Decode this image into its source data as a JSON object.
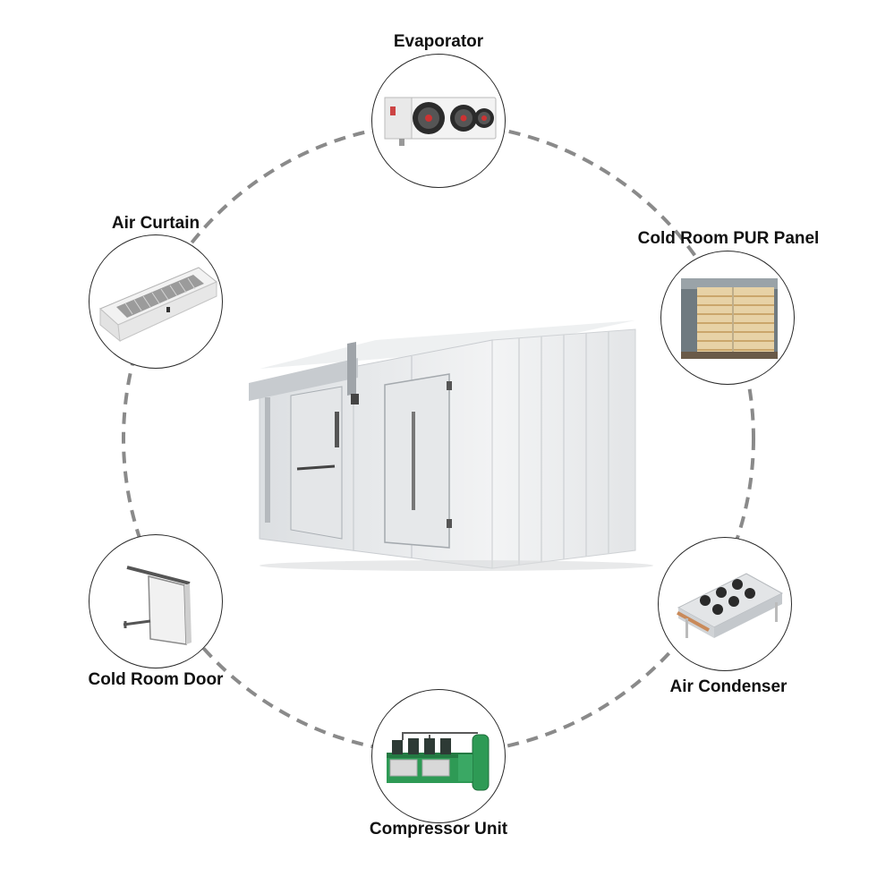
{
  "components": [
    {
      "id": "evaporator",
      "label": "Evaporator",
      "icon": "evaporator-icon"
    },
    {
      "id": "pur-panel",
      "label": "Cold Room PUR Panel",
      "icon": "pur-panel-stack-icon"
    },
    {
      "id": "air-condenser",
      "label": "Air Condenser",
      "icon": "air-condenser-icon"
    },
    {
      "id": "compressor",
      "label": "Compressor Unit",
      "icon": "compressor-unit-icon"
    },
    {
      "id": "cold-room-door",
      "label": "Cold Room Door",
      "icon": "sliding-door-icon"
    },
    {
      "id": "air-curtain",
      "label": "Air Curtain",
      "icon": "air-curtain-icon"
    }
  ],
  "center": {
    "icon": "cold-room-icon"
  },
  "colors": {
    "ring": "#8a8a8a",
    "node_border": "#2a2a2a",
    "panel": "#e9ebed",
    "compressor_green": "#2e9a55"
  }
}
